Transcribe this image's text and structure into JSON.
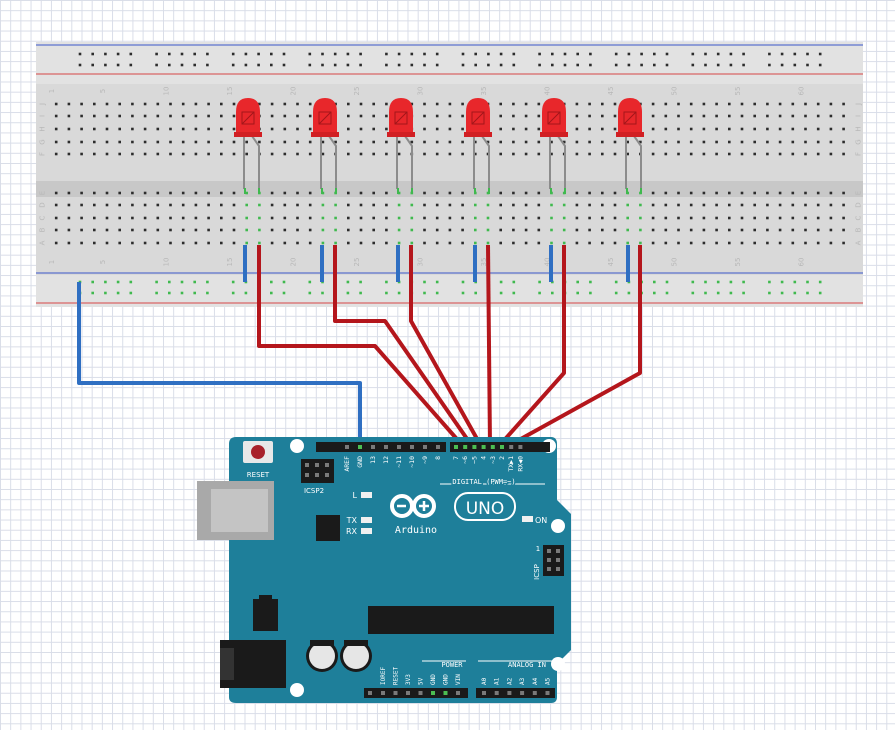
{
  "breadboard": {
    "row_letters_top": [
      "J",
      "I",
      "H",
      "G",
      "F"
    ],
    "row_letters_bottom": [
      "E",
      "D",
      "C",
      "B",
      "A"
    ],
    "column_numbers": [
      "1",
      "5",
      "10",
      "15",
      "20",
      "25",
      "30",
      "35",
      "40",
      "45",
      "50",
      "55",
      "60"
    ]
  },
  "leds": {
    "count": 6,
    "color": "#e8272b",
    "connected_pins": [
      "7",
      "6",
      "5",
      "4",
      "3",
      "2"
    ]
  },
  "wires": {
    "signal_color": "#b4161c",
    "ground_color": "#2f6fc2"
  },
  "arduino": {
    "board_color": "#1e7f9a",
    "logo_text": "Arduino",
    "model_text": "UNO",
    "reset_label": "RESET",
    "icsp2_label": "ICSP2",
    "icsp_label": "ICSP",
    "icsp_pin1": "1",
    "on_label": "ON",
    "led_l_label": "L",
    "tx_label": "TX",
    "rx_label": "RX",
    "digital_label": "DIGITAL (PWM=~)",
    "power_label": "POWER",
    "analog_label": "ANALOG IN",
    "top_header_pins": [
      "AREF",
      "GND",
      "13",
      "12",
      "~11",
      "~10",
      "~9",
      "8",
      "7",
      "~6",
      "~5",
      "4",
      "~3",
      "2",
      "TX▶1",
      "RX◀0"
    ],
    "power_header_pins": [
      "IOREF",
      "RESET",
      "3V3",
      "5V",
      "GND",
      "GND",
      "VIN"
    ],
    "analog_header_pins": [
      "A0",
      "A1",
      "A2",
      "A3",
      "A4",
      "A5"
    ]
  }
}
